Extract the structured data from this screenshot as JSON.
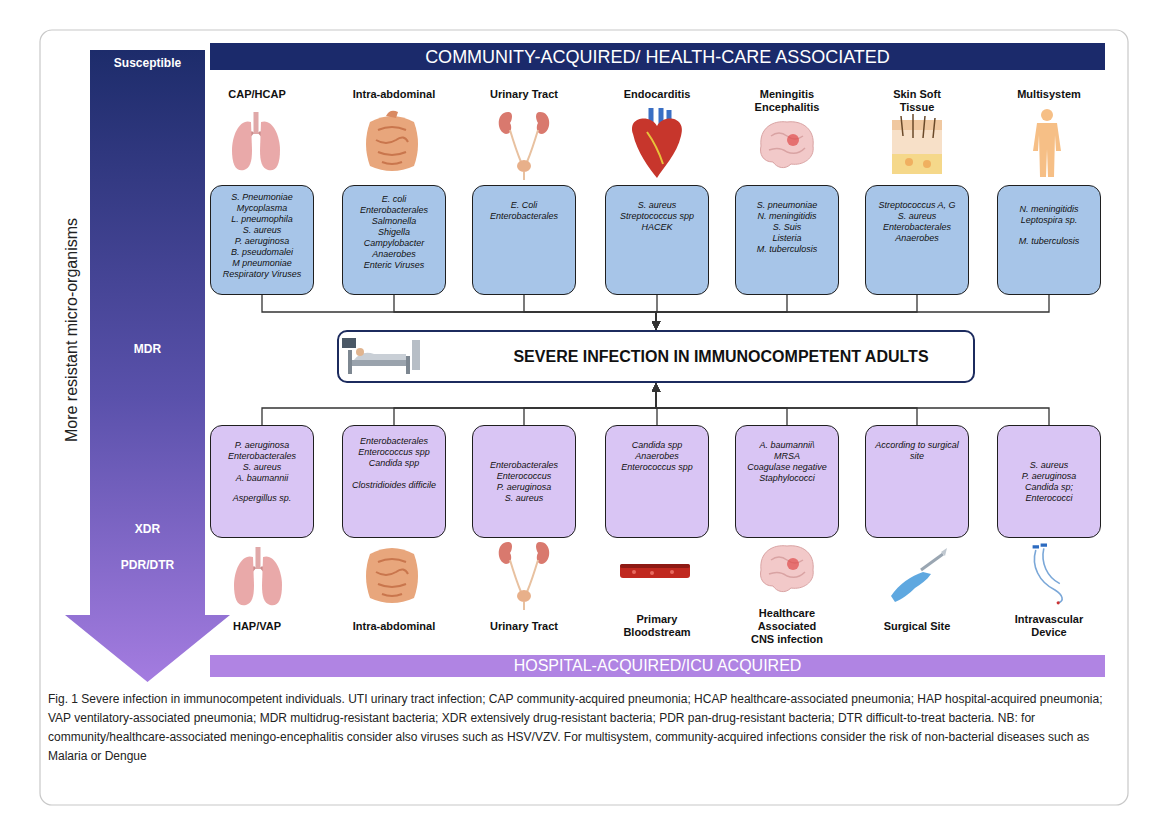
{
  "diagram": {
    "caption": "Fig. 1 Severe infection in immunocompetent individuals. UTI urinary tract infection; CAP community-acquired pneumonia; HCAP healthcare-associated pneumonia; HAP hospital-acquired pneumonia; VAP ventilatory-associated pneumonia; MDR multidrug-resistant bacteria; XDR extensively drug-resistant bacteria; PDR pan-drug-resistant bacteria; DTR difficult-to-treat bacteria. NB: for community/healthcare-associated meningo-encephalitis consider also viruses such as HSV/VZV. For multisystem, community-acquired infections consider the risk of non-bacterial diseases such as Malaria or Dengue",
    "nodes": [
      {
        "text": [
          "Susceptible",
          "MDR",
          "XDR",
          "PDR/DTR"
        ]
      },
      {
        "text": [
          "COMMUNITY-ACQUIRED/ HEALTH-CARE ASSOCIATED"
        ]
      },
      {
        "text": [
          "S. Pneumoniae",
          "Mycoplasma",
          "L. pneumophila",
          "S. aureus",
          "P. aeruginosa",
          "B. pseudomalei",
          "M pneumoniae",
          "Respiratory Viruses"
        ]
      },
      {
        "text": [
          "E. coli",
          "Enterobacterales",
          "Salmonella",
          "Shigella",
          "Campylobacter",
          "Anaerobes",
          "Enteric Viruses"
        ]
      },
      {
        "text": [
          "E. Coli",
          "Enterobacterales"
        ]
      },
      {
        "text": [
          "S. aureus",
          "Streptococcus spp",
          "HACEK"
        ]
      },
      {
        "text": [
          "S. pneumoniae",
          "N. meningitidis",
          "S. Suis",
          "Listeria",
          "M. tuberculosis"
        ]
      },
      {
        "text": [
          "Streptococcus A, G",
          "S. aureus",
          "Enterobacterales",
          "Anaerobes"
        ]
      },
      {
        "text": [
          "N. meningitidis",
          "Leptospira sp.",
          "M. tuberculosis"
        ]
      },
      {
        "text": [
          "SEVERE INFECTION IN IMMUNOCOMPETENT ADULTS"
        ]
      },
      {
        "text": [
          "P. aeruginosa",
          "Enterobacterales",
          "S. aureus",
          "A. baumannii",
          "Aspergillus sp."
        ]
      },
      {
        "text": [
          "Enterobacterales",
          "Enterococcus spp",
          "Candida spp",
          "Clostridioides difficile"
        ]
      },
      {
        "text": [
          "Enterobacterales",
          "Enterococcus",
          "P. aeruginosa",
          "S. aureus"
        ]
      },
      {
        "text": [
          "Candida spp",
          "Anaerobes",
          "Enterococcus spp"
        ]
      },
      {
        "text": [
          "A. baumannii\\",
          "MRSA",
          "Coagulase negative Staphylococci"
        ]
      },
      {
        "text": [
          "According to surgical site"
        ]
      },
      {
        "text": [
          "S. aureus",
          "P. aeruginosa",
          "Candida sp;",
          "Enterococci"
        ]
      },
      {
        "text": [
          "HOSPITAL-ACQUIRED/ICU ACQUIRED"
        ]
      }
    ],
    "edges": [
      {
        "from": 2,
        "to": 9,
        "arrow": "to"
      },
      {
        "from": 3,
        "to": 9,
        "arrow": "to"
      },
      {
        "from": 4,
        "to": 9,
        "arrow": "to"
      },
      {
        "from": 5,
        "to": 9,
        "arrow": "to"
      },
      {
        "from": 6,
        "to": 9,
        "arrow": "to"
      },
      {
        "from": 7,
        "to": 9,
        "arrow": "to"
      },
      {
        "from": 8,
        "to": 9,
        "arrow": "to"
      },
      {
        "from": 10,
        "to": 9,
        "arrow": "to"
      },
      {
        "from": 11,
        "to": 9,
        "arrow": "to"
      },
      {
        "from": 12,
        "to": 9,
        "arrow": "to"
      },
      {
        "from": 13,
        "to": 9,
        "arrow": "to"
      },
      {
        "from": 14,
        "to": 9,
        "arrow": "to"
      },
      {
        "from": 15,
        "to": 9,
        "arrow": "to"
      },
      {
        "from": 16,
        "to": 9,
        "arrow": "to"
      }
    ],
    "labels": [
      "More resistant micro-organisms",
      "CAP/HCAP",
      "Intra-abdominal",
      "Urinary Tract",
      "Endocarditis",
      "Meningitis Encephalitis",
      "Skin Soft Tissue",
      "Multisystem",
      "HAP/VAP",
      "Intra-abdominal",
      "Urinary Tract",
      "Primary Bloodstream",
      "Healthcare Associated CNS infection",
      "Surgical Site",
      "Intravascular Device"
    ]
  }
}
